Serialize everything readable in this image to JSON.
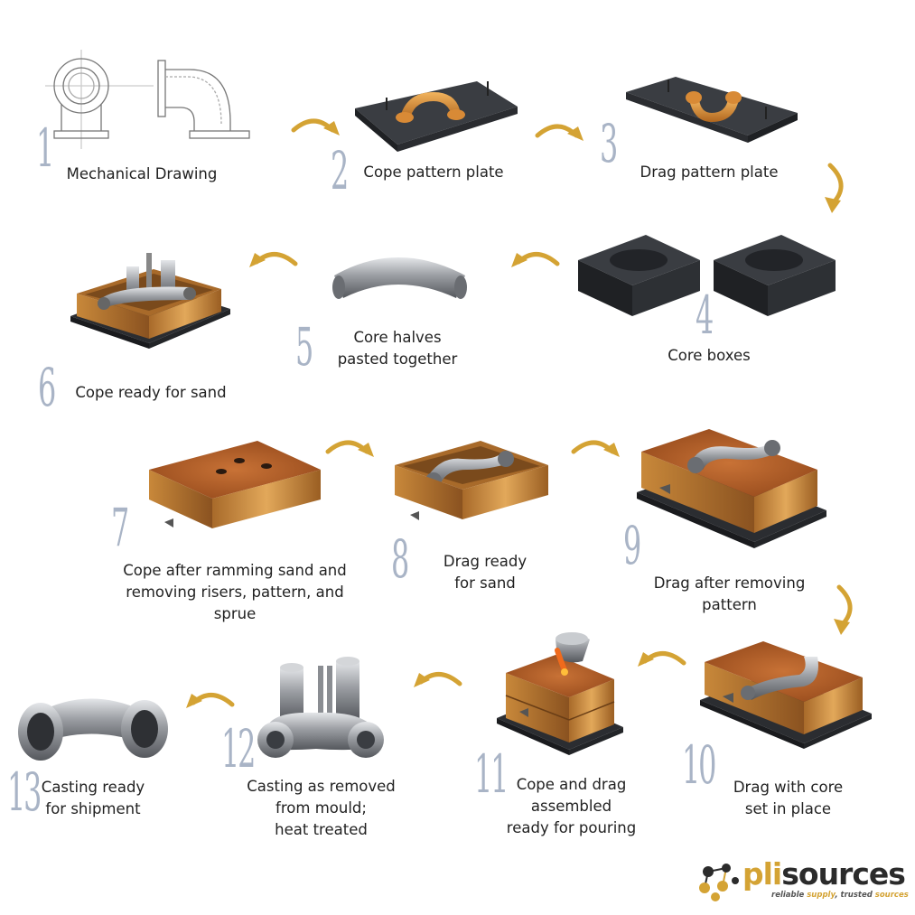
{
  "steps": [
    {
      "num": "1",
      "caption": "Mechanical Drawing"
    },
    {
      "num": "2",
      "caption": "Cope pattern plate"
    },
    {
      "num": "3",
      "caption": "Drag pattern plate"
    },
    {
      "num": "4",
      "caption": "Core boxes"
    },
    {
      "num": "5",
      "caption": "Core halves\npasted together"
    },
    {
      "num": "6",
      "caption": "Cope ready for sand"
    },
    {
      "num": "7",
      "caption": "Cope after ramming sand and\nremoving risers, pattern, and\nsprue"
    },
    {
      "num": "8",
      "caption": "Drag ready\nfor sand"
    },
    {
      "num": "9",
      "caption": "Drag after removing\npattern"
    },
    {
      "num": "10",
      "caption": "Drag with core\nset in place"
    },
    {
      "num": "11",
      "caption": "Cope and drag\nassembled\nready for pouring"
    },
    {
      "num": "12",
      "caption": "Casting as removed\nfrom mould;\nheat treated"
    },
    {
      "num": "13",
      "caption": "Casting ready\nfor shipment"
    }
  ],
  "logo": {
    "prefix": "pli",
    "suffix": "sources",
    "tagline_a": "reliable ",
    "tagline_b": "supply",
    "tagline_c": ", trusted ",
    "tagline_d": "sources"
  },
  "colors": {
    "number": "#a9b4c6",
    "arrow": "#d4a334",
    "flask": "#c8883a",
    "sand": "#b8622c",
    "plate": "#2e3034",
    "metal": "#9a9da2"
  }
}
